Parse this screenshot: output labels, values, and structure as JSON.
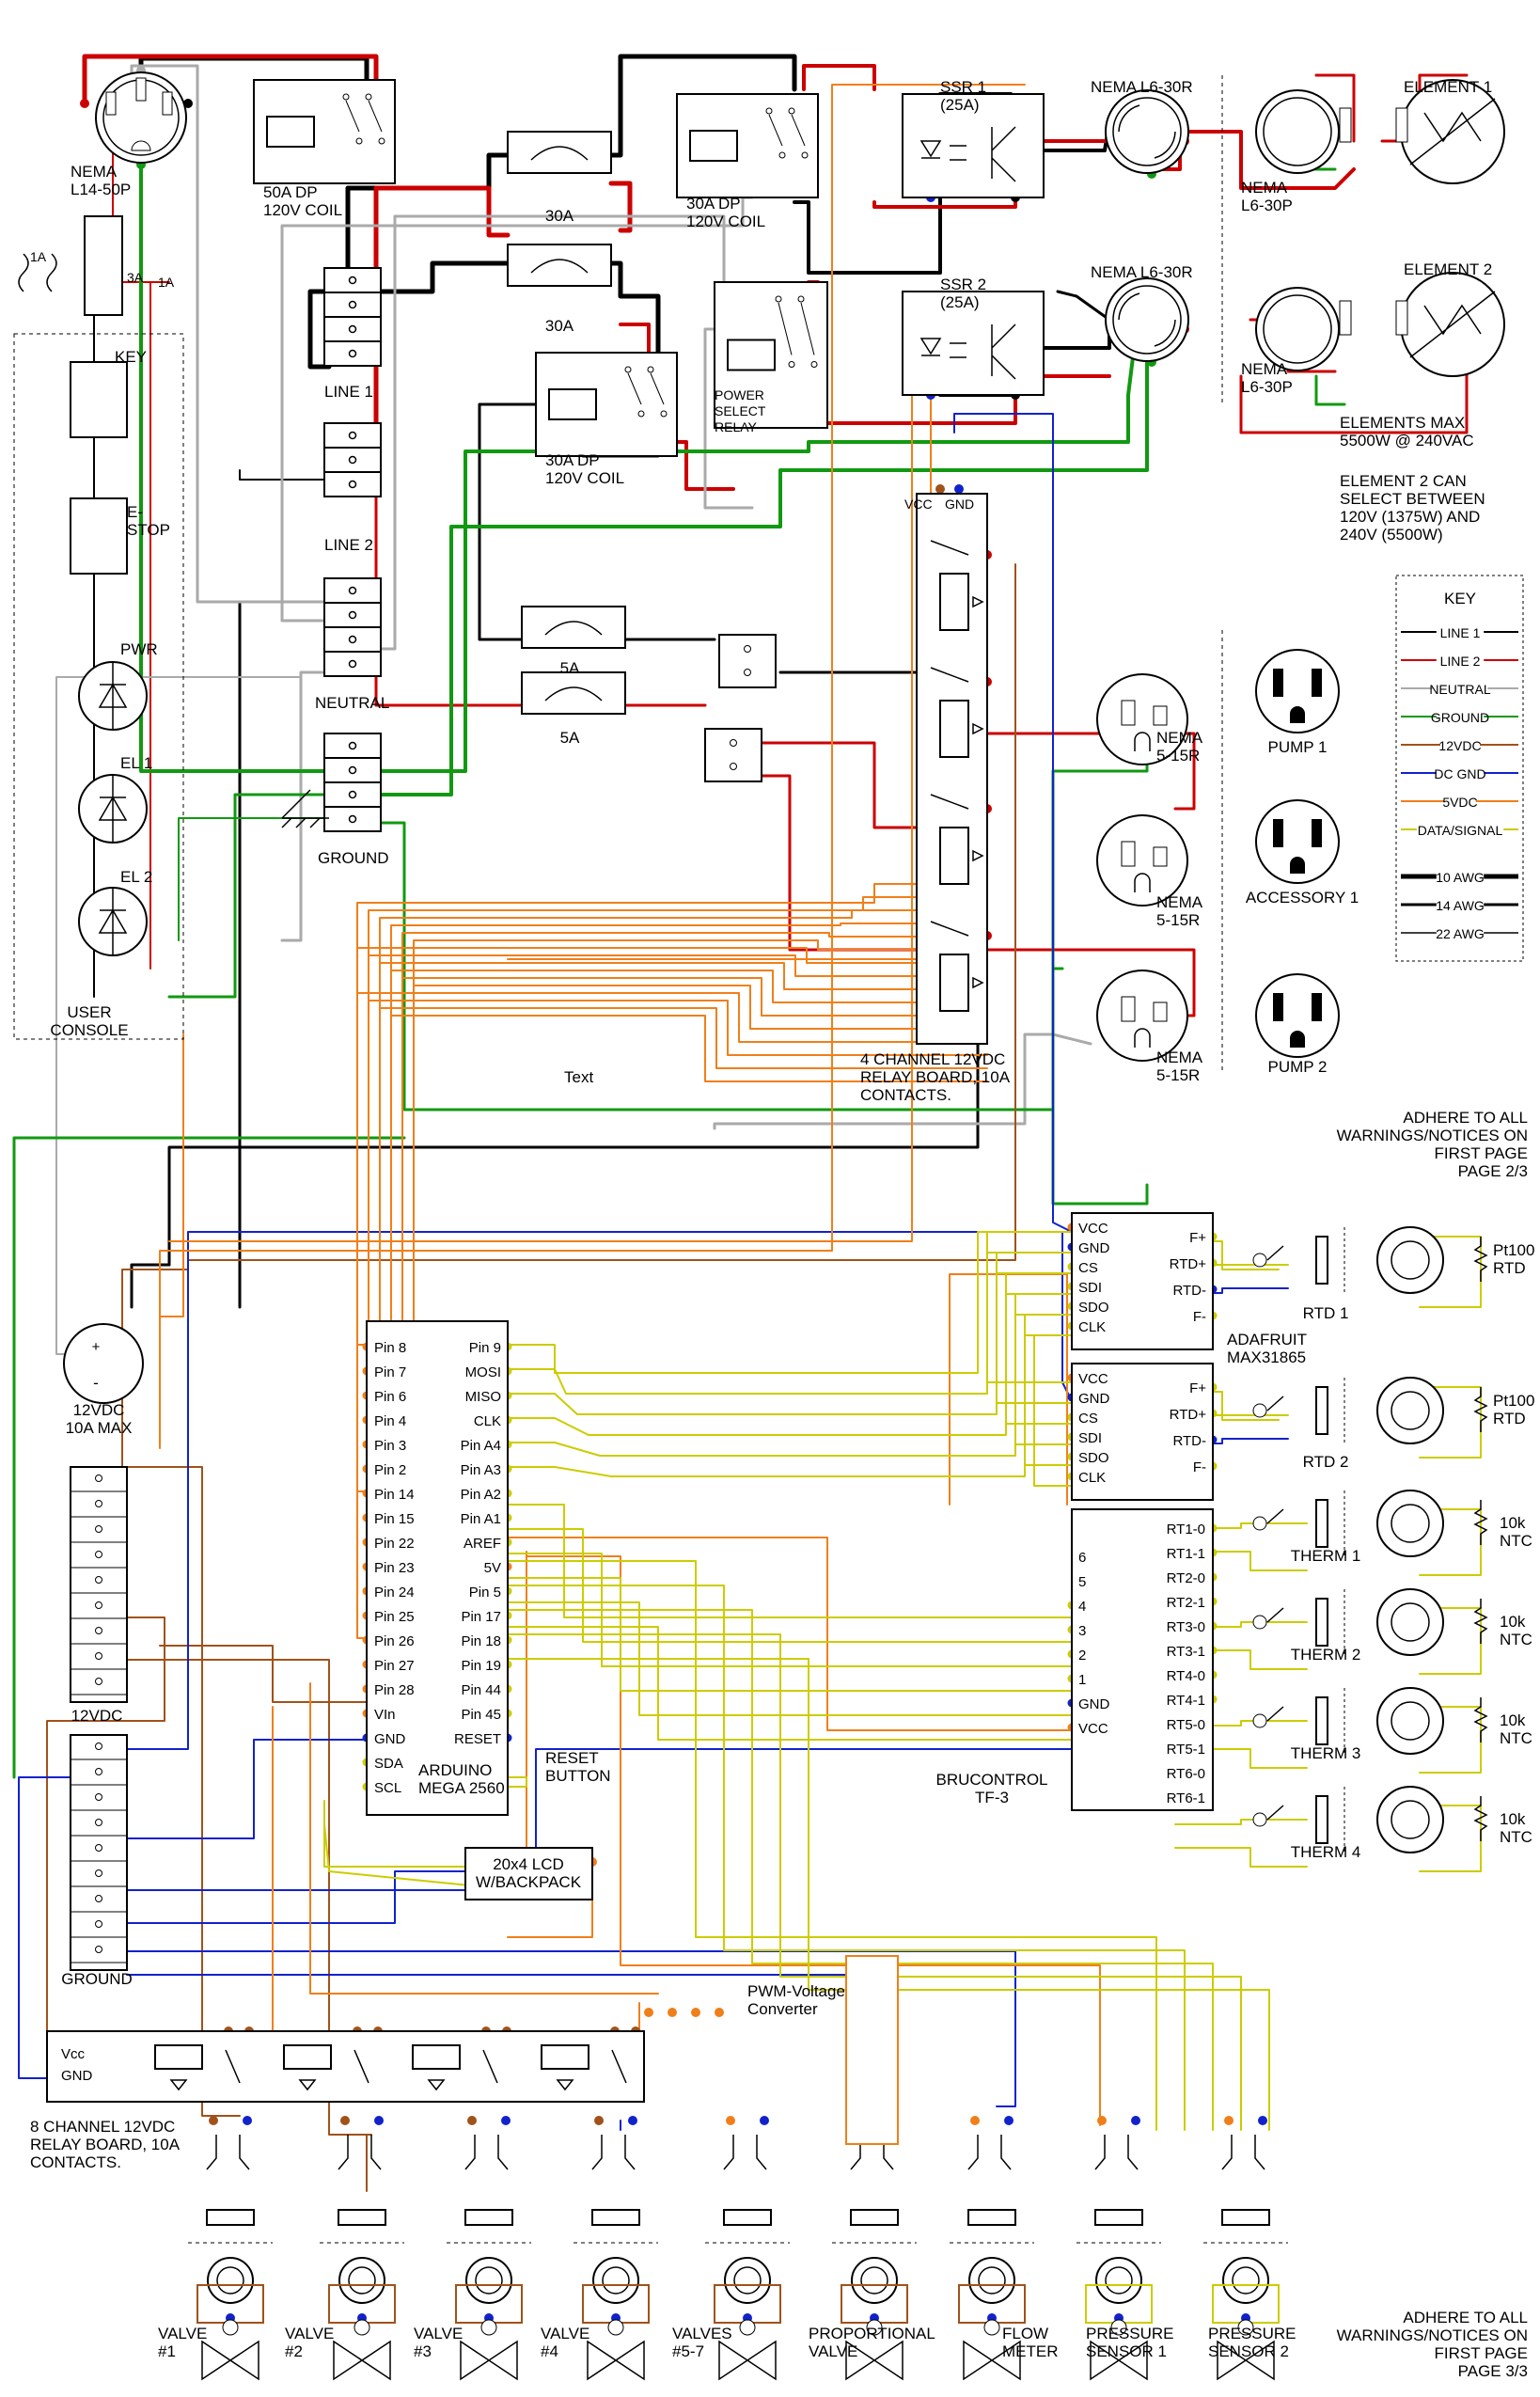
{
  "colors": {
    "line1": "#000000",
    "line2": "#cc0000",
    "neutral": "#aaaaaa",
    "ground": "#119911",
    "v12": "#a0521a",
    "dcgnd": "#1122cc",
    "v5": "#f07f1a",
    "signal": "#cccc00"
  },
  "mains": {
    "inlet": [
      "NEMA",
      "L14-50P"
    ],
    "contactor_main": [
      "50A DP",
      "120V COIL"
    ],
    "contactor_el1": [
      "30A DP",
      "120V COIL"
    ],
    "contactor_el2": [
      "30A DP",
      "120V COIL"
    ],
    "breaker_a": "30A",
    "breaker_b": "30A",
    "breaker_c": "5A",
    "breaker_d": "5A",
    "bus_line1": "LINE 1",
    "bus_line2": "LINE 2",
    "bus_neutral": "NEUTRAL",
    "bus_ground": "GROUND",
    "power_select": [
      "POWER",
      "SELECT",
      "RELAY"
    ],
    "fuse": "1A",
    "fuse3a": "3A",
    "fuse1a": "1A",
    "ssr1": [
      "SSR 1",
      "(25A)"
    ],
    "ssr2": [
      "SSR 2",
      "(25A)"
    ],
    "l630r_1": "NEMA L6-30R",
    "l630r_2": "NEMA L6-30R",
    "element1": "ELEMENT 1",
    "element2": "ELEMENT 2",
    "l630p_1": [
      "NEMA",
      "L6-30P"
    ],
    "l630p_2": [
      "NEMA",
      "L6-30P"
    ]
  },
  "notes": {
    "elements_max": [
      "ELEMENTS MAX",
      "5500W @ 240VAC"
    ],
    "element2_select": [
      "ELEMENT 2 CAN",
      "SELECT BETWEEN",
      "120V (1375W) AND",
      "240V (5500W)"
    ],
    "adhere_1": [
      "ADHERE TO ALL",
      "WARNINGS/NOTICES ON",
      "FIRST PAGE",
      "PAGE 2/3"
    ],
    "adhere_2": [
      "ADHERE TO ALL",
      "WARNINGS/NOTICES ON",
      "FIRST PAGE",
      "PAGE 3/3"
    ],
    "stray_text": "Text"
  },
  "key": {
    "title": "KEY",
    "items": [
      {
        "label": "LINE 1",
        "color": "#000000",
        "w": 2
      },
      {
        "label": "LINE 2",
        "color": "#cc0000",
        "w": 2
      },
      {
        "label": "NEUTRAL",
        "color": "#aaaaaa",
        "w": 2
      },
      {
        "label": "GROUND",
        "color": "#119911",
        "w": 2
      },
      {
        "label": "12VDC",
        "color": "#a0521a",
        "w": 2
      },
      {
        "label": "DC GND",
        "color": "#1122cc",
        "w": 2
      },
      {
        "label": "5VDC",
        "color": "#f07f1a",
        "w": 2
      },
      {
        "label": "DATA/SIGNAL",
        "color": "#cccc00",
        "w": 2
      },
      {
        "label": "10 AWG",
        "color": "#000000",
        "w": 5
      },
      {
        "label": "14 AWG",
        "color": "#000000",
        "w": 3
      },
      {
        "label": "22 AWG",
        "color": "#000000",
        "w": 1.5
      }
    ]
  },
  "console": {
    "title": [
      "USER",
      "CONSOLE"
    ],
    "key": "KEY",
    "estop": [
      "E-",
      "STOP"
    ],
    "pwr": "PWR",
    "el1": "EL 1",
    "el2": "EL 2"
  },
  "relay4": {
    "vcc": "VCC",
    "gnd": "GND",
    "caption": [
      "4 CHANNEL 12VDC",
      "RELAY BOARD, 10A",
      "CONTACTS."
    ]
  },
  "outlets": {
    "r1": [
      "NEMA",
      "5-15R"
    ],
    "r2": [
      "NEMA",
      "5-15R"
    ],
    "r3": [
      "NEMA",
      "5-15R"
    ],
    "pump1": "PUMP 1",
    "accessory1": "ACCESSORY 1",
    "pump2": "PUMP 2"
  },
  "psu": {
    "label": [
      "12VDC",
      "10A MAX"
    ],
    "plus": "+",
    "minus": "-"
  },
  "bus12": "12VDC",
  "busgnd": "GROUND",
  "arduino": {
    "name": [
      "ARDUINO",
      "MEGA 2560"
    ],
    "left": [
      "Pin 8",
      "Pin 7",
      "Pin 6",
      "Pin 4",
      "Pin 3",
      "Pin 2",
      "Pin 14",
      "Pin 15",
      "Pin 22",
      "Pin 23",
      "Pin 24",
      "Pin 25",
      "Pin 26",
      "Pin 27",
      "Pin 28",
      "VIn",
      "GND",
      "SDA",
      "SCL"
    ],
    "right": [
      "Pin 9",
      "MOSI",
      "MISO",
      "CLK",
      "Pin A4",
      "Pin A3",
      "Pin A2",
      "Pin A1",
      "AREF",
      "5V",
      "Pin 5",
      "Pin 17",
      "Pin 18",
      "Pin 19",
      "Pin 44",
      "Pin 45",
      "RESET"
    ],
    "reset_button": [
      "RESET",
      "BUTTON"
    ]
  },
  "lcd": [
    "20x4 LCD",
    "W/BACKPACK"
  ],
  "max1": {
    "left": [
      "VCC",
      "GND",
      "CS",
      "SDI",
      "SDO",
      "CLK"
    ],
    "right": [
      "F+",
      "RTD+",
      "RTD-",
      "F-"
    ],
    "caption": [
      "ADAFRUIT",
      "MAX31865"
    ]
  },
  "max2": {
    "left": [
      "VCC",
      "GND",
      "CS",
      "SDI",
      "SDO",
      "CLK"
    ],
    "right": [
      "F+",
      "RTD+",
      "RTD-",
      "F-"
    ]
  },
  "tf3": {
    "left": [
      "6",
      "5",
      "4",
      "3",
      "2",
      "1",
      "GND",
      "VCC"
    ],
    "right": [
      "RT1-0",
      "RT1-1",
      "RT2-0",
      "RT2-1",
      "RT3-0",
      "RT3-1",
      "RT4-0",
      "RT4-1",
      "RT5-0",
      "RT5-1",
      "RT6-0",
      "RT6-1"
    ],
    "caption": [
      "BRUCONTROL",
      "TF-3"
    ]
  },
  "sensors": {
    "rtd1": "RTD 1",
    "rtd2": "RTD 2",
    "therm1": "THERM 1",
    "therm2": "THERM 2",
    "therm3": "THERM 3",
    "therm4": "THERM 4",
    "pt100": [
      "Pt100",
      "RTD"
    ],
    "ntc": [
      "10k",
      "NTC"
    ]
  },
  "relay8": {
    "vcc": "Vcc",
    "gnd": "GND",
    "caption": [
      "8 CHANNEL 12VDC",
      "RELAY BOARD, 10A",
      "CONTACTS."
    ]
  },
  "pwm": [
    "PWM-Voltage",
    "Converter"
  ],
  "bottom": [
    [
      "VALVE",
      "#1"
    ],
    [
      "VALVE",
      "#2"
    ],
    [
      "VALVE",
      "#3"
    ],
    [
      "VALVE",
      "#4"
    ],
    [
      "VALVES",
      "#5-7"
    ],
    [
      "PROPORTIONAL",
      "VALVE"
    ],
    [
      "FLOW",
      "METER"
    ],
    [
      "PRESSURE",
      "SENSOR 1"
    ],
    [
      "PRESSURE",
      "SENSOR 2"
    ]
  ]
}
